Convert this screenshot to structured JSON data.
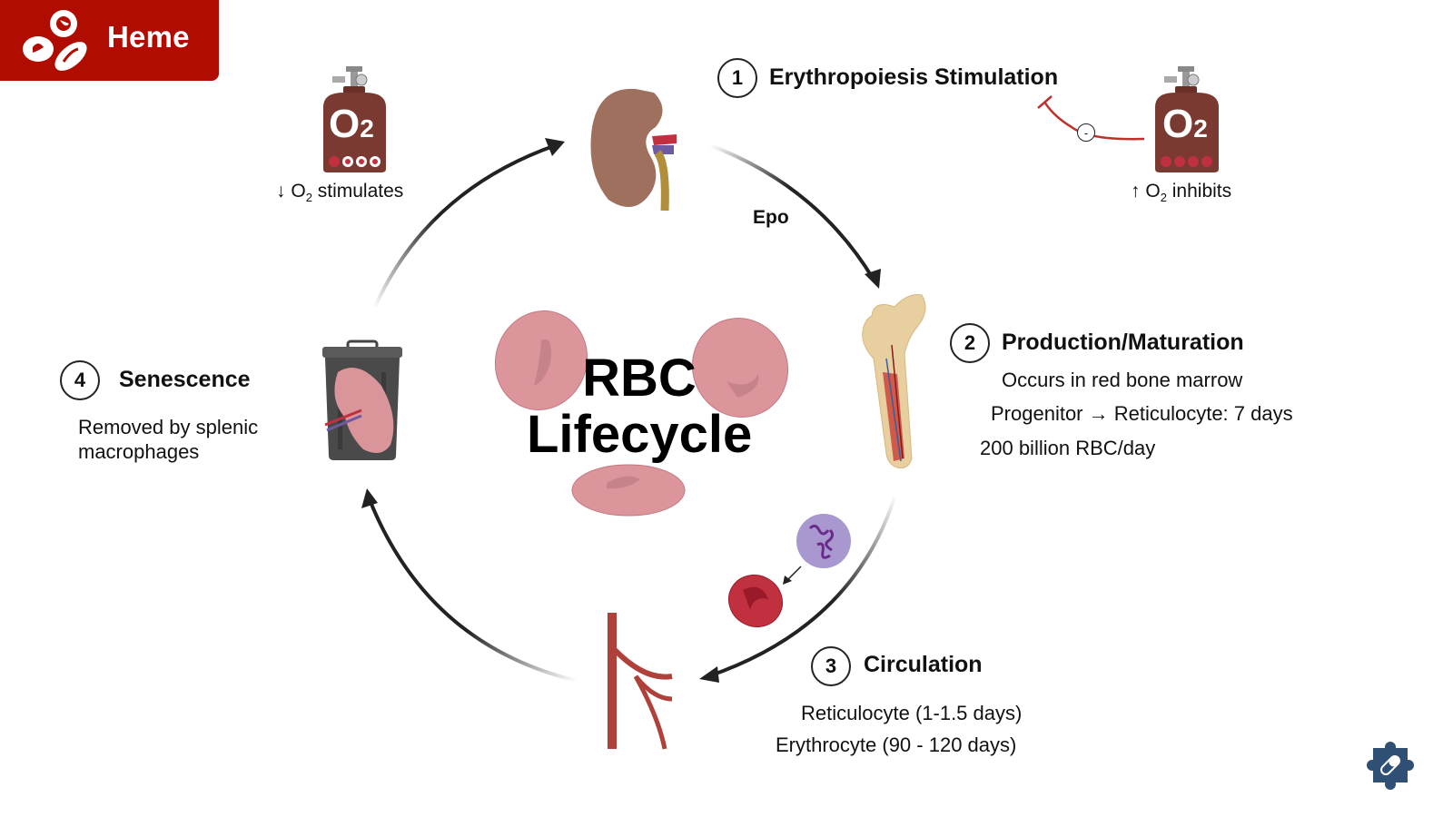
{
  "header": {
    "title": "Heme",
    "icon": "red-blood-cells-icon",
    "color": "#b00d00"
  },
  "center": {
    "title_line1": "RBC",
    "title_line2": "Lifecycle"
  },
  "steps": [
    {
      "number": "1",
      "title": "Erythropoiesis Stimulation",
      "lines": []
    },
    {
      "number": "2",
      "title": "Production/Maturation",
      "lines": [
        "Occurs in red bone marrow",
        "Progenitor → Reticulocyte: 7 days",
        "200 billion RBC/day"
      ]
    },
    {
      "number": "3",
      "title": "Circulation",
      "lines": [
        "Reticulocyte (1-1.5 days)",
        "Erythrocyte (90 - 120 days)"
      ]
    },
    {
      "number": "4",
      "title": "Senescence",
      "lines": [
        "Removed by splenic",
        "macrophages"
      ]
    }
  ],
  "o2_left": {
    "arrow": "↓",
    "o": "O",
    "sub": "2",
    "text": " stimulates",
    "tank_label": "O",
    "tank_sub": "2"
  },
  "o2_right": {
    "arrow": "↑",
    "o": "O",
    "sub": "2",
    "text": " inhibits",
    "tank_label": "O",
    "tank_sub": "2",
    "inhibit_sign": "-"
  },
  "epo_label": "Epo",
  "colors": {
    "arrow": "#222222",
    "inhibit_line": "#c0302a",
    "rbc_pink": "#dd959c",
    "rbc_red": "#c0303e",
    "kidney": "#a0705f",
    "tank": "#7a3a32",
    "footer_icon": "#2f4f74"
  },
  "footer": {
    "icon": "puzzle-pill-icon"
  }
}
